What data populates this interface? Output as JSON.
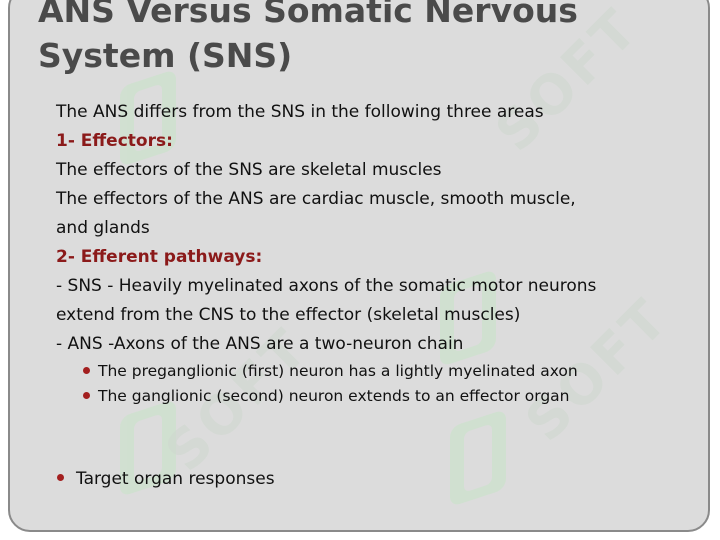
{
  "slide": {
    "title_line1": "ANS Versus Somatic Nervous",
    "title_line2": "System (SNS)",
    "lines": {
      "intro": "The ANS differs from the SNS in the following three areas",
      "h1": "1- Effectors:",
      "l1": "The effectors of the SNS are skeletal muscles",
      "l2": "The effectors of the ANS are cardiac muscle, smooth muscle,",
      "l3": "and glands",
      "h2": "2- Efferent pathways:",
      "l4": "- SNS - Heavily myelinated axons of the somatic motor neurons",
      "l5": "extend from the CNS to the effector (skeletal muscles)",
      "l6": "- ANS -Axons of the ANS are a two-neuron chain"
    },
    "sub_bullets": [
      "The preganglionic (first) neuron has a lightly myelinated axon",
      "The ganglionic (second) neuron extends to an effector organ"
    ],
    "main_bullet": "Target organ responses"
  },
  "watermark": {
    "text": "SOFT"
  },
  "colors": {
    "panel": "#dcdcdc",
    "title": "#4a4a4a",
    "heading": "#8b1a1a",
    "bullet": "#a31f1f"
  }
}
